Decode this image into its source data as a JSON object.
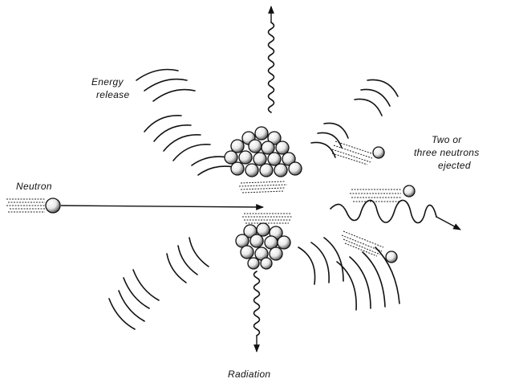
{
  "labels": {
    "neutron": "Neutron",
    "energy_line1": "Energy",
    "energy_line2": "release",
    "ejected_line1": "Two or",
    "ejected_line2": "three neutrons",
    "ejected_line3": "ejected",
    "radiation": "Radiation"
  }
}
